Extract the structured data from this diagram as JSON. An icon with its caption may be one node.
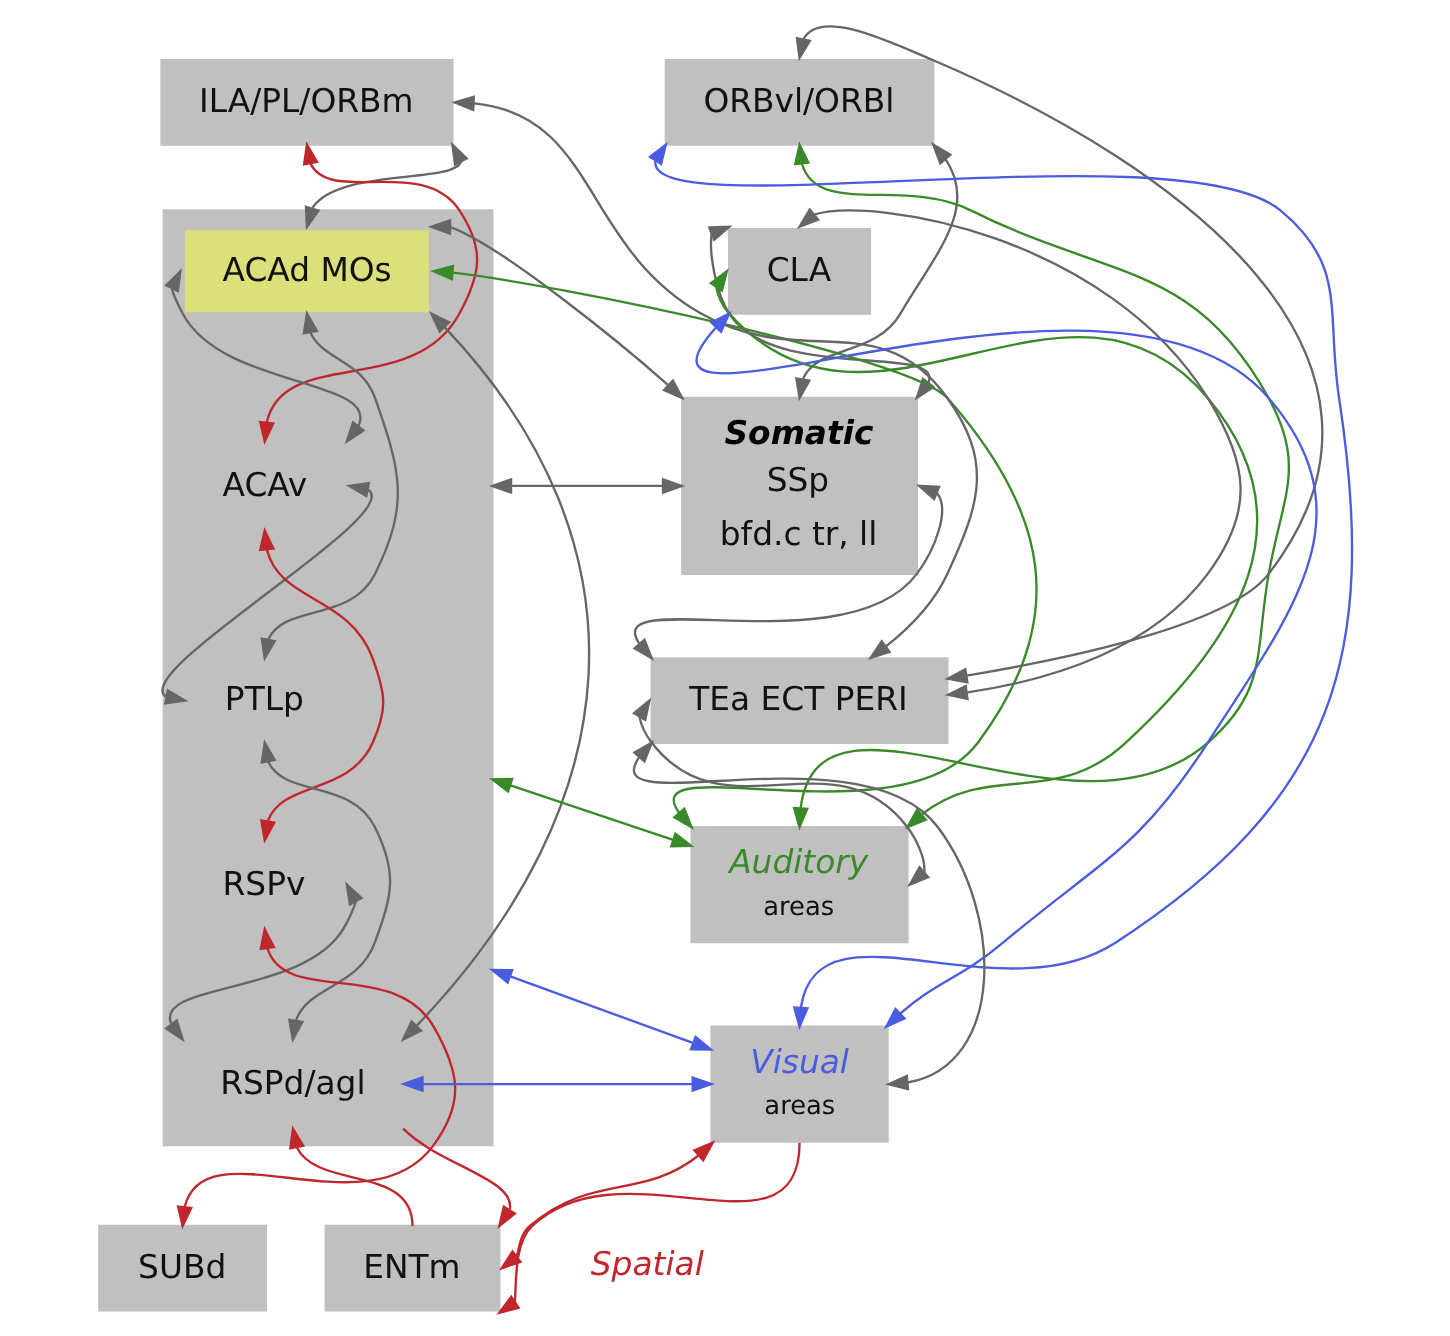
{
  "diagram": {
    "nodes": [
      {
        "text": [
          "ILA/PL/ORBm"
        ]
      },
      {
        "text": [
          "ORBvl/ORBl"
        ]
      },
      {
        "text": [
          "CLA"
        ]
      },
      {
        "text": [],
        "shape": "box"
      },
      {
        "text": [
          "ACAd MOs"
        ],
        "in": 3
      },
      {
        "text": [
          "ACAv"
        ],
        "in": 3
      },
      {
        "text": [
          "PTLp"
        ],
        "in": 3
      },
      {
        "text": [
          "RSPv"
        ],
        "in": 3
      },
      {
        "text": [
          "RSPd/agl"
        ],
        "in": 3
      },
      {
        "text": [
          "Somatic",
          "SSp",
          "bfd.c tr, ll"
        ]
      },
      {
        "text": [
          "Auditory",
          "areas"
        ]
      },
      {
        "text": [
          "TEa ECT PERI"
        ]
      },
      {
        "text": [
          "Visual",
          "areas"
        ]
      },
      {
        "text": [
          "SUBd"
        ]
      },
      {
        "text": [
          "ENTm"
        ]
      }
    ],
    "edges": [
      {
        "from": 11,
        "to": 0,
        "arrow": "both"
      },
      {
        "from": 11,
        "to": 1,
        "arrow": "both"
      },
      {
        "from": 11,
        "to": 2,
        "arrow": "both"
      },
      {
        "from": 0,
        "to": 5,
        "arrow": "both",
        "color": "#c0272d"
      },
      {
        "from": 0,
        "to": 4,
        "arrow": "both"
      },
      {
        "from": 5,
        "to": 4,
        "arrow": "both"
      },
      {
        "from": 4,
        "to": 6,
        "arrow": "both"
      },
      {
        "from": 4,
        "to": 8,
        "arrow": "both"
      },
      {
        "from": 5,
        "to": 6,
        "arrow": "both"
      },
      {
        "from": 5,
        "to": 7,
        "arrow": "both",
        "color": "#c0272d"
      },
      {
        "from": 6,
        "to": 8,
        "arrow": "both"
      },
      {
        "from": 7,
        "to": 8,
        "arrow": "both"
      },
      {
        "from": 7,
        "to": 13,
        "arrow": "both",
        "color": "#c0272d"
      },
      {
        "from": 14,
        "to": 8,
        "arrow": "to",
        "color": "#c0272d"
      },
      {
        "from": 8,
        "to": 14,
        "arrow": "to",
        "color": "#c0272d"
      },
      {
        "from": 14,
        "to": 12,
        "arrow": "both",
        "color": "#c0272d"
      },
      {
        "from": 12,
        "to": 14,
        "arrow": "to",
        "color": "#c0272d"
      },
      {
        "from": 12,
        "to": 1,
        "arrow": "both",
        "color": "#4a5de0"
      },
      {
        "from": 12,
        "to": 2,
        "arrow": "both",
        "color": "#4a5de0"
      },
      {
        "from": 12,
        "to": 3,
        "arrow": "both",
        "color": "#4a5de0"
      },
      {
        "from": 12,
        "to": 8,
        "arrow": "both",
        "color": "#4a5de0"
      },
      {
        "from": 10,
        "to": 1,
        "arrow": "both",
        "color": "#3a8a2a"
      },
      {
        "from": 10,
        "to": 2,
        "arrow": "both",
        "color": "#3a8a2a"
      },
      {
        "from": 10,
        "to": 4,
        "arrow": "both",
        "color": "#3a8a2a"
      },
      {
        "from": 10,
        "to": 3,
        "arrow": "both",
        "color": "#3a8a2a"
      },
      {
        "from": 9,
        "to": 1,
        "arrow": "both"
      },
      {
        "from": 9,
        "to": 2,
        "arrow": "both"
      },
      {
        "from": 9,
        "to": 4,
        "arrow": "both"
      },
      {
        "from": 9,
        "to": 3,
        "arrow": "both"
      },
      {
        "from": 9,
        "to": 11,
        "arrow": "both"
      },
      {
        "from": 10,
        "to": 11,
        "arrow": "both"
      },
      {
        "from": 12,
        "to": 11,
        "arrow": "both"
      }
    ],
    "labels": [
      "Spatial"
    ]
  }
}
